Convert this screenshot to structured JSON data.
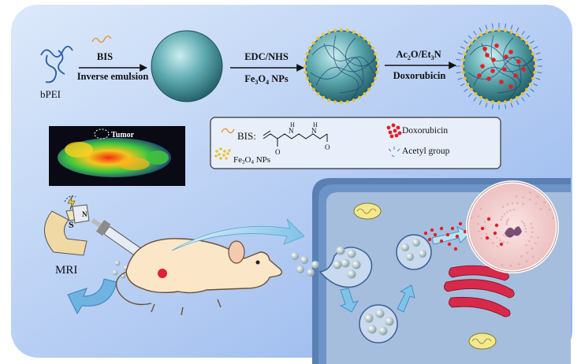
{
  "synthesis": {
    "material": "bPEI",
    "step1_top": "BIS",
    "step1_bottom": "Inverse emulsion",
    "step2_top": "EDC/NHS",
    "step2_bottom_main": "Fe",
    "step2_bottom_sub1": "3",
    "step2_bottom_mid": "O",
    "step2_bottom_sub2": "4",
    "step2_bottom_end": " NPs",
    "step3_top_a": "Ac",
    "step3_top_s1": "2",
    "step3_top_b": "O/Et",
    "step3_top_s2": "3",
    "step3_top_c": "N",
    "step3_bottom": "Doxorubicin"
  },
  "imaging": {
    "label": "Tumor"
  },
  "legend": {
    "bis_label": "BIS:",
    "bis_atom_o1": "O",
    "bis_atom_o2": "O",
    "bis_atom_n1": "N",
    "bis_atom_n2": "N",
    "bis_atom_h1": "H",
    "bis_atom_h2": "H",
    "fe_a": "Fe",
    "fe_s1": "3",
    "fe_b": "O",
    "fe_s2": "4",
    "fe_c": " NPs",
    "dox_label": "Doxorubicin",
    "acetyl_label": "Acetyl group"
  },
  "bottom": {
    "mri_label": "MRI"
  },
  "colors": {
    "bg_gradient_start": "#cfe0f7",
    "bg_gradient_end": "#8fb2ec",
    "sphere_teal": "#3d8f98",
    "np_gold": "#e8c23a",
    "dox_red": "#e02028",
    "mouse_skin": "#fbe6c8",
    "cell_blue": "#5a7fb2",
    "nucleus_pink": "#f5d3d3"
  }
}
